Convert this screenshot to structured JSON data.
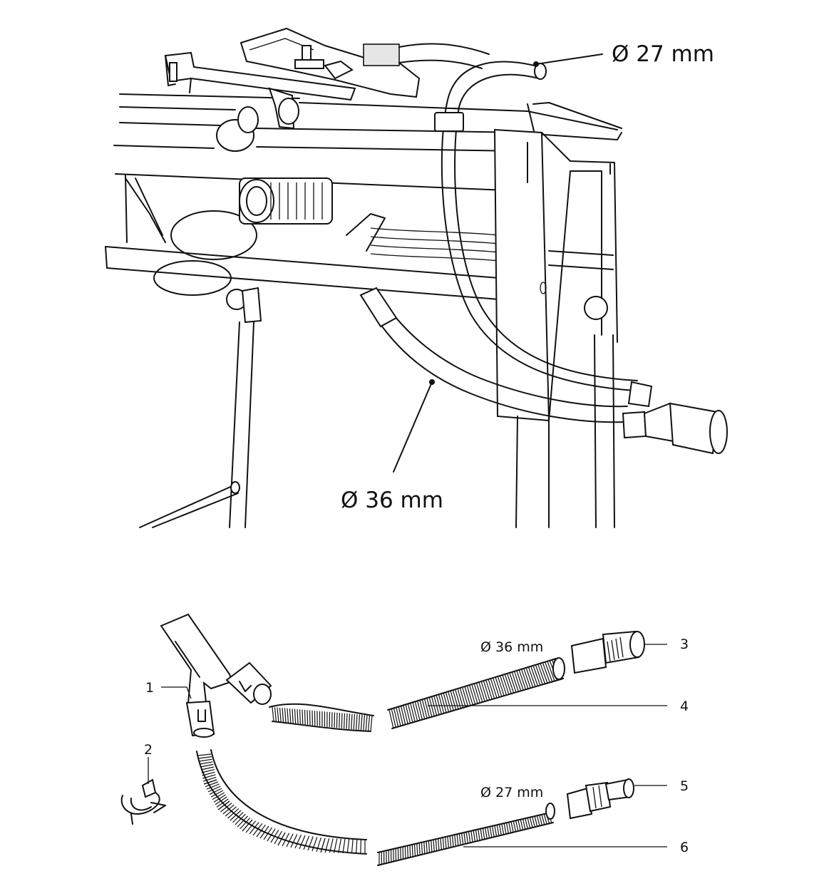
{
  "top_view": {
    "callout_27": "Ø 27 mm",
    "callout_36": "Ø 36 mm"
  },
  "parts_view": {
    "hose_36_label": "Ø 36 mm",
    "hose_27_label": "Ø 27 mm",
    "parts": [
      {
        "number": "1"
      },
      {
        "number": "2"
      },
      {
        "number": "3"
      },
      {
        "number": "4"
      },
      {
        "number": "5"
      },
      {
        "number": "6"
      }
    ]
  }
}
